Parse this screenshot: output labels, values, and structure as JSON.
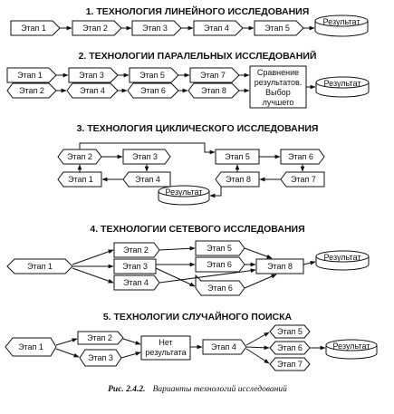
{
  "sections": [
    {
      "title": "1. ТЕХНОЛОГИЯ ЛИНЕЙНОГО ИССЛЕДОВАНИЯ",
      "nodes": {
        "s1": "Этап 1",
        "s2": "Этап 2",
        "s3": "Этап 3",
        "s4": "Этап 4",
        "s5": "Этап 5",
        "result": "Результат"
      }
    },
    {
      "title": "2. ТЕХНОЛОГИИ ПАРАЛЕЛЬНЫХ ИССЛЕДОВАНИЙ",
      "nodes": {
        "a1": "Этап 1",
        "a3": "Этап 3",
        "a5": "Этап 5",
        "a7": "Этап 7",
        "b2": "Этап 2",
        "b4": "Этап 4",
        "b6": "Этап 6",
        "b8": "Этап 8",
        "compare_lines": [
          "Сравнение",
          "результатов.",
          "Выбор",
          "лучшего"
        ],
        "result": "Результат"
      }
    },
    {
      "title": "3. ТЕХНОЛОГИЯ ЦИКЛИЧЕСКОГО ИССЛЕДОВАНИЯ",
      "nodes": {
        "l2": "Этап 2",
        "l3": "Этап 3",
        "l1": "Этап 1",
        "l4": "Этап 4",
        "r5": "Этап 5",
        "r6": "Этап 6",
        "r8": "Этап 8",
        "r7": "Этап 7",
        "result": "Результат"
      }
    },
    {
      "title": "4. ТЕХНОЛОГИИ СЕТЕВОГО ИССЛЕДОВАНИЯ",
      "nodes": {
        "n1": "Этап 1",
        "n2": "Этап 2",
        "n3": "Этап 3",
        "n4": "Этап 4",
        "n5": "Этап 5",
        "n6a": "Этап 6",
        "n6b": "Этап 6",
        "n8": "Этап 8",
        "result": "Результат"
      }
    },
    {
      "title": "5. ТЕХНОЛОГИИ СЛУЧАЙНОГО ПОИСКА",
      "nodes": {
        "p1": "Этап 1",
        "p2": "Этап 2",
        "p3": "Этап 3",
        "none_lines": [
          "Нет",
          "результата"
        ],
        "p4": "Этап 4",
        "p5": "Этап 5",
        "p6": "Этап 6",
        "p7": "Этап 7",
        "result": "Результат"
      }
    }
  ],
  "caption": {
    "label": "Рис. 2.4.2.",
    "text": "Варианты технологий исследований"
  },
  "colors": {
    "ink": "#111111",
    "paper": "#ffffff"
  }
}
